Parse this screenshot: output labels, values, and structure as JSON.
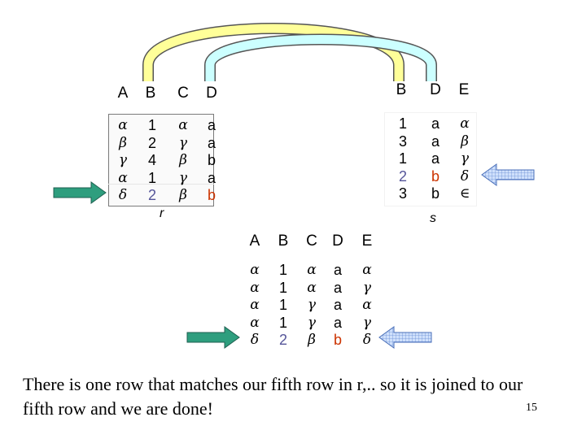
{
  "colors": {
    "highlight": "#cc3300",
    "muted": "#555599",
    "arc_yellow": "#ffff99",
    "arc_blue": "#ccffff",
    "arrow_green": "#2e9e7e",
    "arrow_blue": "#9bbcf0"
  },
  "table_r": {
    "label": "r",
    "headers": [
      "A",
      "B",
      "C",
      "D"
    ],
    "columns": [
      [
        "α",
        "β",
        "γ",
        "α",
        "δ"
      ],
      [
        "1",
        "2",
        "4",
        "1",
        "2"
      ],
      [
        "α",
        "γ",
        "β",
        "γ",
        "β"
      ],
      [
        "a",
        "a",
        "b",
        "a",
        "b"
      ]
    ]
  },
  "table_s": {
    "label": "s",
    "headers": [
      "B",
      "D",
      "E"
    ],
    "columns": [
      [
        "1",
        "3",
        "1",
        "2",
        "3"
      ],
      [
        "a",
        "a",
        "a",
        "b",
        "b"
      ],
      [
        "α",
        "β",
        "γ",
        "δ",
        "∈"
      ]
    ]
  },
  "table_result": {
    "headers": [
      "A",
      "B",
      "C",
      "D",
      "E"
    ],
    "columns": [
      [
        "α",
        "α",
        "α",
        "α",
        "δ"
      ],
      [
        "1",
        "1",
        "1",
        "1",
        "2"
      ],
      [
        "α",
        "α",
        "γ",
        "γ",
        "β"
      ],
      [
        "a",
        "a",
        "a",
        "a",
        "b"
      ],
      [
        "α",
        "γ",
        "α",
        "γ",
        "δ"
      ]
    ]
  },
  "caption": "There is one row that matches our fifth row in r,.. so it is joined to our fifth row and we are done!",
  "page_number": "15"
}
